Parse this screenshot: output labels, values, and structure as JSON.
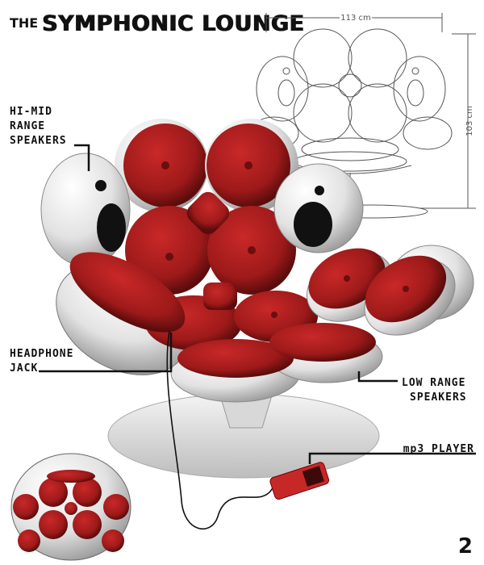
{
  "title": {
    "prefix": "THE",
    "main": "SYMPHONIC LOUNGE"
  },
  "labels": {
    "hi_mid": [
      "HI-MID",
      "RANGE",
      "SPEAKERS"
    ],
    "headphone": [
      "HEADPHONE",
      "JACK"
    ],
    "low_range": [
      "LOW RANGE",
      "SPEAKERS"
    ],
    "mp3": "mp3 PLAYER"
  },
  "dimensions": {
    "width": "113 cm",
    "height": "103 cm"
  },
  "page_number": "2",
  "colors": {
    "cushion_red": "#9e1a1a",
    "shell_grey": "#e6e6e6"
  }
}
